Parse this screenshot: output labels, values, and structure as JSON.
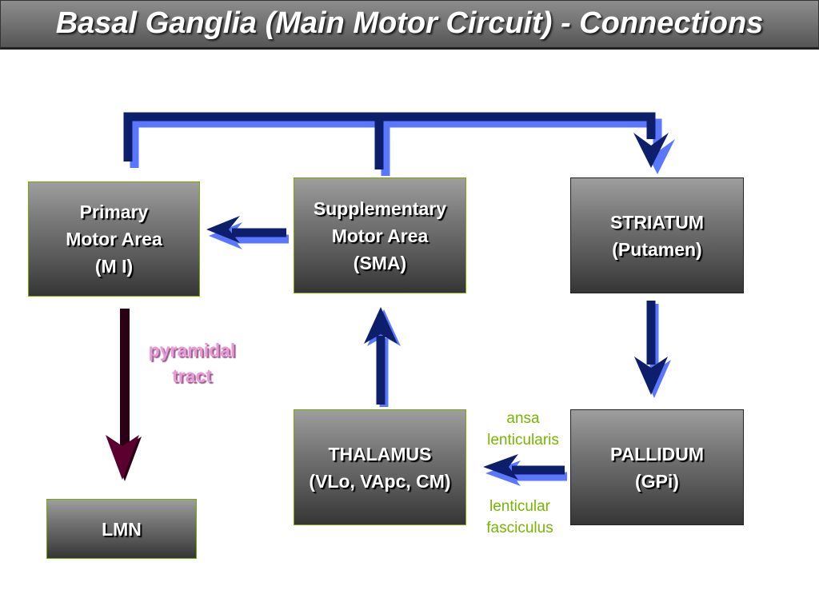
{
  "title": "Basal Ganglia (Main Motor Circuit) - Connections",
  "nodes": {
    "primary_motor": "Primary\nMotor Area\n(M I)",
    "sma": "Supplementary\nMotor Area\n(SMA)",
    "striatum": "STRIATUM\n(Putamen)",
    "thalamus": "THALAMUS\n(VLo, VApc, CM)",
    "pallidum": "PALLIDUM\n(GPi)",
    "lmn": "LMN"
  },
  "labels": {
    "pyramidal": "pyramidal\ntract",
    "ansa": "ansa\nlenticularis",
    "lenticular": "lenticular\nfasciculus"
  },
  "colors": {
    "arrow_blue": "#0d1f6b",
    "arrow_shadow": "#5a78ff",
    "tract_maroon": "#5c0030",
    "pink_label": "#e79ad6",
    "green_label": "#77b500"
  }
}
